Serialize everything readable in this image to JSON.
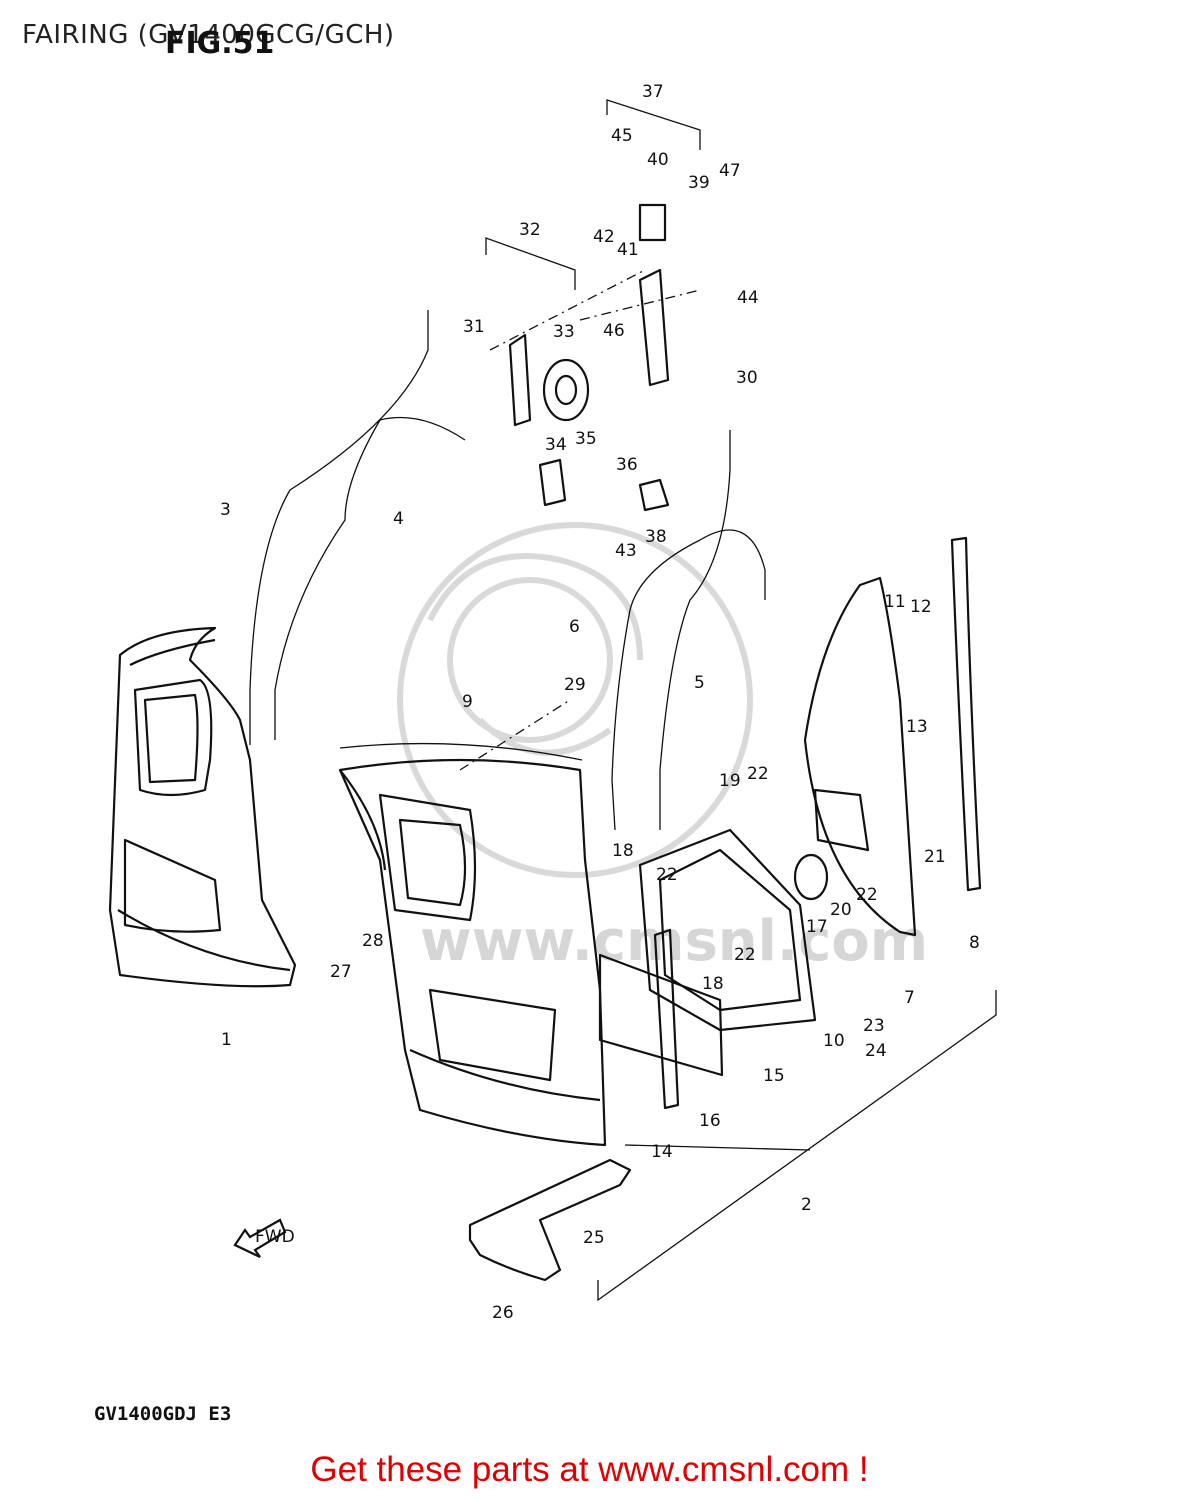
{
  "header": {
    "title": "FAIRING (GV1400GCG/GCH)",
    "figure": "FIG.51"
  },
  "diagram": {
    "watermark": "www.cmsnl.com",
    "fwd_arrow": "FWD",
    "callouts": [
      "1",
      "2",
      "3",
      "4",
      "5",
      "6",
      "7",
      "8",
      "9",
      "10",
      "11",
      "12",
      "13",
      "14",
      "15",
      "16",
      "17",
      "18",
      "18",
      "19",
      "20",
      "21",
      "22",
      "22",
      "22",
      "22",
      "23",
      "24",
      "25",
      "26",
      "27",
      "28",
      "29",
      "30",
      "31",
      "32",
      "33",
      "34",
      "35",
      "36",
      "37",
      "38",
      "39",
      "40",
      "41",
      "42",
      "43",
      "44",
      "45",
      "46",
      "47"
    ]
  },
  "footer": {
    "model": "GV1400GDJ E3",
    "cta": "Get these parts at www.cmsnl.com !",
    "cta_color": "#e00000"
  }
}
